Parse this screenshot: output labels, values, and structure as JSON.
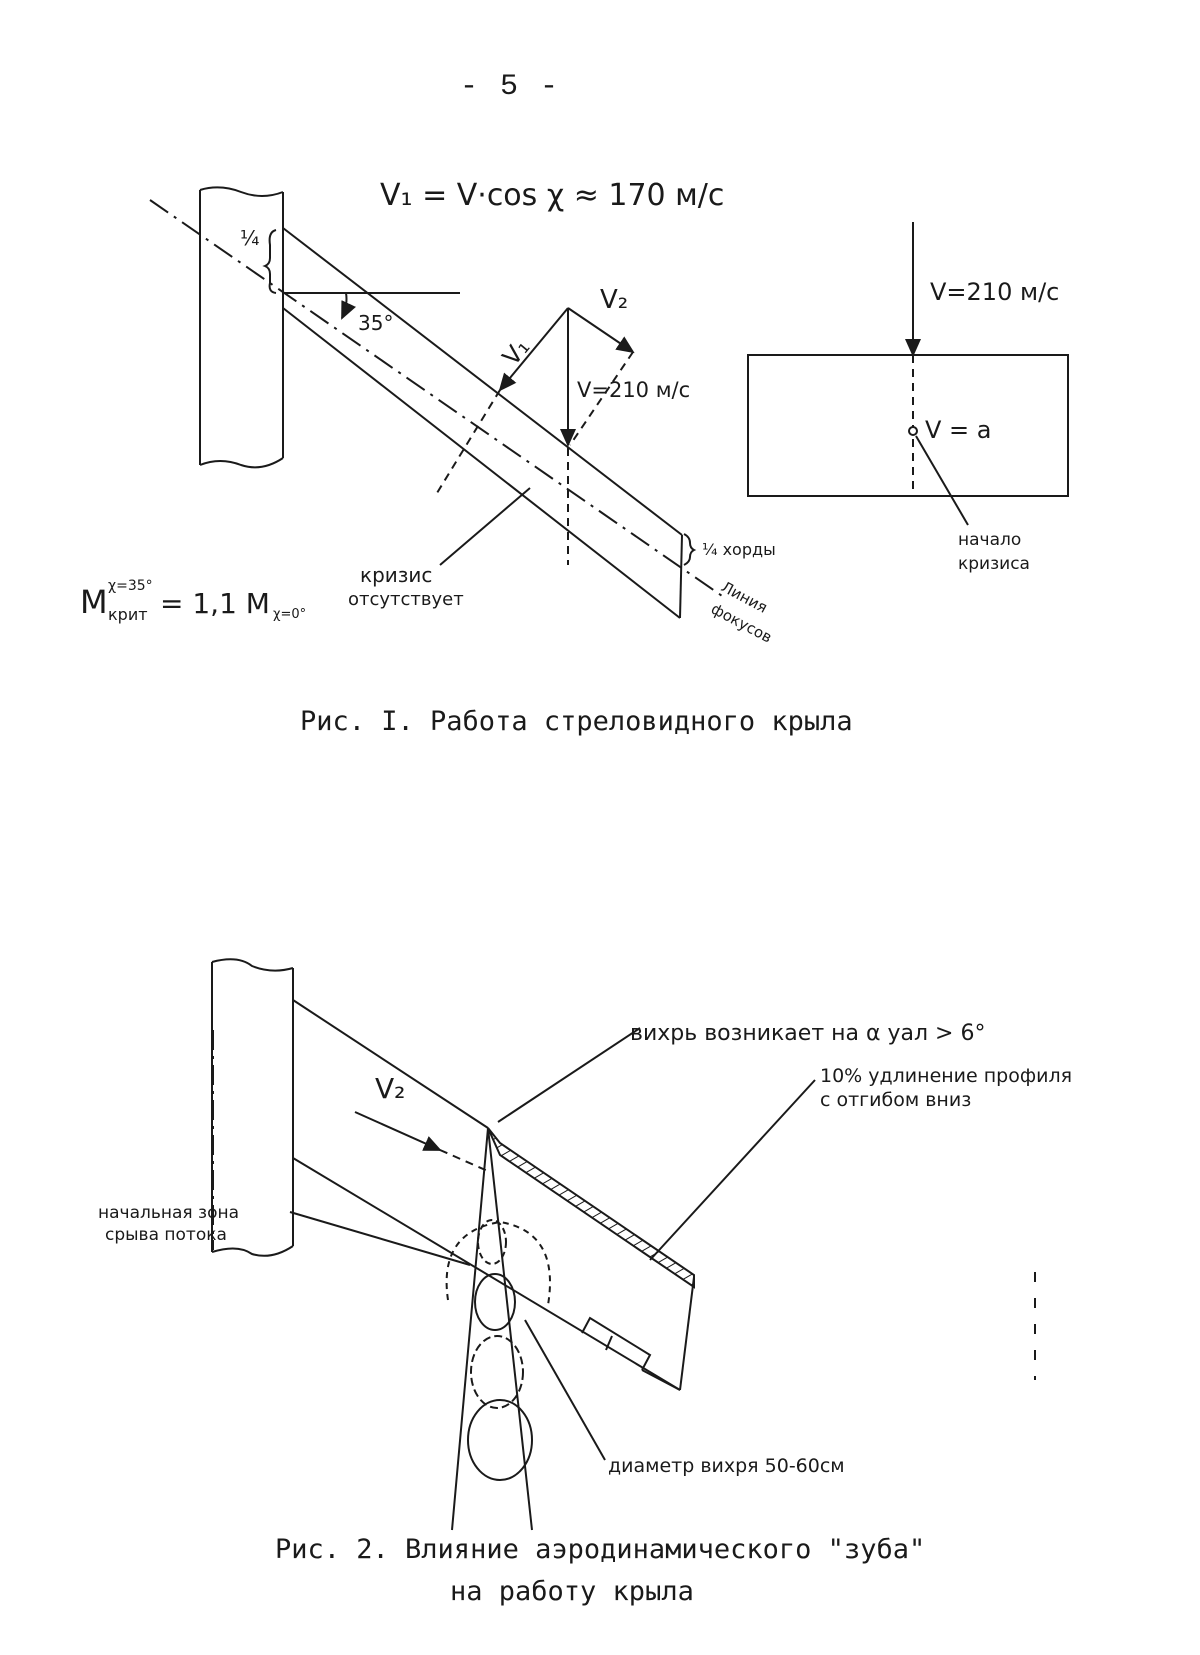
{
  "page_number": "- 5 -",
  "figure1": {
    "formula_top": "V₁ = V·cos χ ≈ 170 м/с",
    "quarter": "¹⁄₄",
    "angle": "35°",
    "v2": "V₂",
    "v1": "V₁",
    "v210": "V=210 м/с",
    "quarter_chord": "¹⁄₄ хорды",
    "focus_line_1": "Линия",
    "focus_line_2": "фокусов",
    "crisis_absent_1": "кризис",
    "crisis_absent_2": "отсутствует",
    "mach_main": "M",
    "mach_sub": "крит",
    "mach_sup": "χ=35°",
    "mach_eq": "= 1,1 M",
    "mach_sub2": "χ=0°",
    "right_v": "V=210 м/с",
    "right_va": "V = a",
    "crisis_start_1": "начало",
    "crisis_start_2": "кризиса",
    "caption": "Рис. I. Работа стреловидного крыла"
  },
  "figure2": {
    "vortex_label": "вихрь  возникает на α уал > 6°",
    "v2": "V₂",
    "extension_1": "10% удлинение профиля",
    "extension_2": "с отгибом вниз",
    "initial_zone_1": "начальная зона",
    "initial_zone_2": "срыва потока",
    "diameter": "диаметр вихря  50-60см",
    "caption_1": "Рис. 2. Влияние аэродинамического \"зуба\"",
    "caption_2": "на работу крыла"
  }
}
